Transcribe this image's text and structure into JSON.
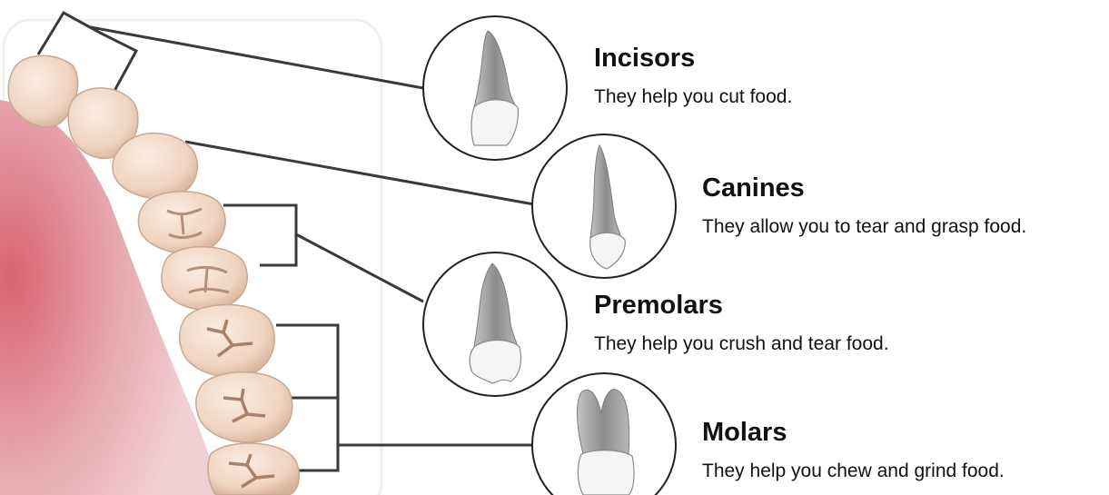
{
  "tooth_types": [
    {
      "name": "Incisors",
      "description": "They help you cut food."
    },
    {
      "name": "Canines",
      "description": "They allow you to tear and grasp food."
    },
    {
      "name": "Premolars",
      "description": "They help you crush and tear food."
    },
    {
      "name": "Molars",
      "description": "They help you chew and grind food."
    }
  ],
  "colors": {
    "gum": "#e3a5ad",
    "gum_dark": "#d86a76",
    "tooth_enamel": "#f3dccb",
    "tooth_shadow": "#d9b9a4",
    "connector": "#3a3a3a",
    "circle_stroke": "#222222",
    "tooth_root": "#9a9a9a"
  }
}
